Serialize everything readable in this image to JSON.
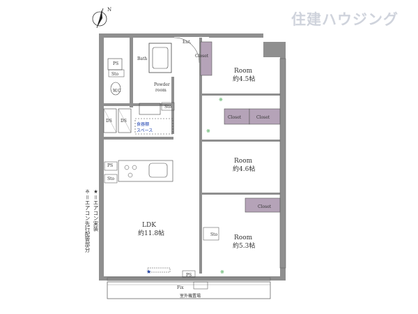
{
  "brand": {
    "name": "住建ハウジング"
  },
  "compass": {
    "label": "N"
  },
  "rooms": {
    "bath": "Bath",
    "ps_top": "PS",
    "sto_wc": "Sto",
    "wc": "W.C",
    "powder": [
      "Powder",
      "room"
    ],
    "sto_powder": "Sto",
    "ds_left": "DS",
    "ds_right": "DS",
    "pantry": [
      "食器棚",
      "スペース"
    ],
    "ent": "Ent.",
    "closet_ent": "Closet",
    "room1": {
      "name": "Room",
      "size": "約4.5帖"
    },
    "closet_mid_left": "Closet",
    "closet_mid_right": "Closet",
    "room2": {
      "name": "Room",
      "size": "約4.6帖"
    },
    "closet_room3": "Closet",
    "sto_room3": "Sto",
    "room3": {
      "name": "Room",
      "size": "約5.3帖"
    },
    "ldk": {
      "name": "LDK",
      "size": "約11.8帖"
    },
    "ps_kitchen": "PS",
    "sto_kitchen": "Sto",
    "ps_bottom": "PS",
    "fix": "Fix",
    "balcony": "室外機置場"
  },
  "legend": {
    "aircon_installed": "★＝エアコン実装",
    "aircon_piping": "※＝エアコン先行配管部分"
  },
  "colors": {
    "wall": "#8f8f8f",
    "closet": "#b5a3b8",
    "aircon_installed": "#1a3fb0",
    "aircon_piping": "#2e9c3c",
    "brand": "#cfd3dc"
  }
}
